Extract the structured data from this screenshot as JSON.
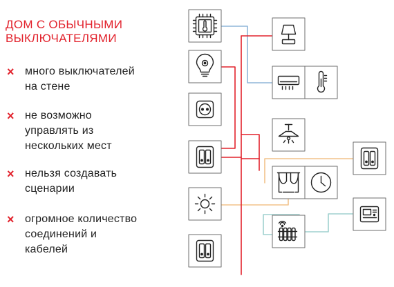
{
  "title": {
    "line1": "ДОМ С ОБЫЧНЫМИ",
    "line2": "ВЫКЛЮЧАТЕЛЯМИ"
  },
  "cons": [
    {
      "mark": "×",
      "lines": [
        "много выключателей",
        "на стене"
      ]
    },
    {
      "mark": "×",
      "lines": [
        "не возможно",
        "управлять из",
        "нескольких мест"
      ]
    },
    {
      "mark": "×",
      "lines": [
        "нельзя создавать",
        "сценарии"
      ]
    },
    {
      "mark": "×",
      "lines": [
        "огромное количество",
        "соединений и",
        "кабелей"
      ]
    }
  ],
  "colors": {
    "accent_red": "#e2222c",
    "wire_blue": "#8fb6d9",
    "wire_orange": "#f2c28a",
    "wire_teal": "#9fd1cf",
    "box_border": "#6e6e6e",
    "icon": "#222222"
  },
  "devices": {
    "left": [
      "thermostat-icon",
      "smart-bulb-icon",
      "power-socket-icon",
      "wall-switch-icon",
      "sun-icon",
      "wall-switch-icon"
    ],
    "right": [
      "table-lamp-icon",
      "air-conditioner-icon",
      "thermometer-icon",
      "chandelier-icon",
      "wall-switch-icon",
      "curtains-icon",
      "clock-icon",
      "control-panel-icon",
      "radiator-icon"
    ]
  }
}
